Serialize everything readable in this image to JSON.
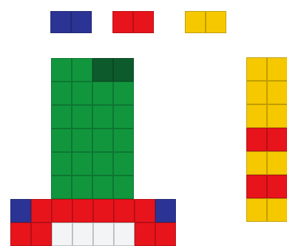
{
  "colors": {
    "blue": "#2b3494",
    "red": "#e8141c",
    "yellow": "#f5c800",
    "green": "#11963e",
    "dark_green": "#0d5b2c",
    "white": "#f3f4f5"
  },
  "pieces": [
    {
      "name": "legend-blue-tile",
      "color": "blue",
      "rows": [
        "bb"
      ]
    },
    {
      "name": "legend-red-tile",
      "color": "red",
      "rows": [
        "rr"
      ]
    },
    {
      "name": "legend-yellow-tile",
      "color": "yellow",
      "rows": [
        "yy"
      ]
    },
    {
      "name": "green-tower",
      "rows": [
        "ggdd",
        "gggg",
        "gggg",
        "gggg",
        "gggg",
        "gggg"
      ]
    },
    {
      "name": "tower-base",
      "rows": [
        "brrrrrrb",
        "rrwwwwrr"
      ]
    },
    {
      "name": "striped-column",
      "rows": [
        "yy",
        "yy",
        "yy",
        "rr",
        "yy",
        "rr",
        "yy"
      ]
    }
  ]
}
